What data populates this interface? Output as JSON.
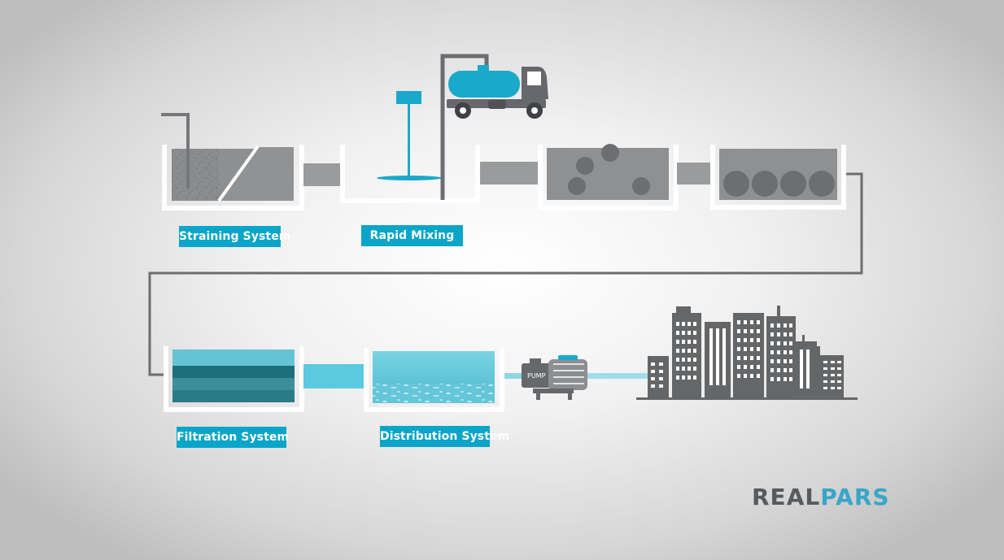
{
  "stages": [
    {
      "id": "straining",
      "label": "Straining System"
    },
    {
      "id": "rapid-mixing",
      "label": "Rapid Mixing"
    },
    {
      "id": "filtration",
      "label": "Filtration System"
    },
    {
      "id": "distribution",
      "label": "Distribution System"
    }
  ],
  "pump": {
    "label": "PUMP"
  },
  "logo": {
    "part1": "REAL",
    "part2": "PARS"
  },
  "colors": {
    "accent": "#0aa5c8",
    "gray": "#646668",
    "tank_wall": "#ffffff",
    "water_light": "#6fcfe0",
    "water_dark": "#1d6f7d",
    "logo_gray": "#555b5f",
    "logo_blue": "#3aa6c7"
  }
}
